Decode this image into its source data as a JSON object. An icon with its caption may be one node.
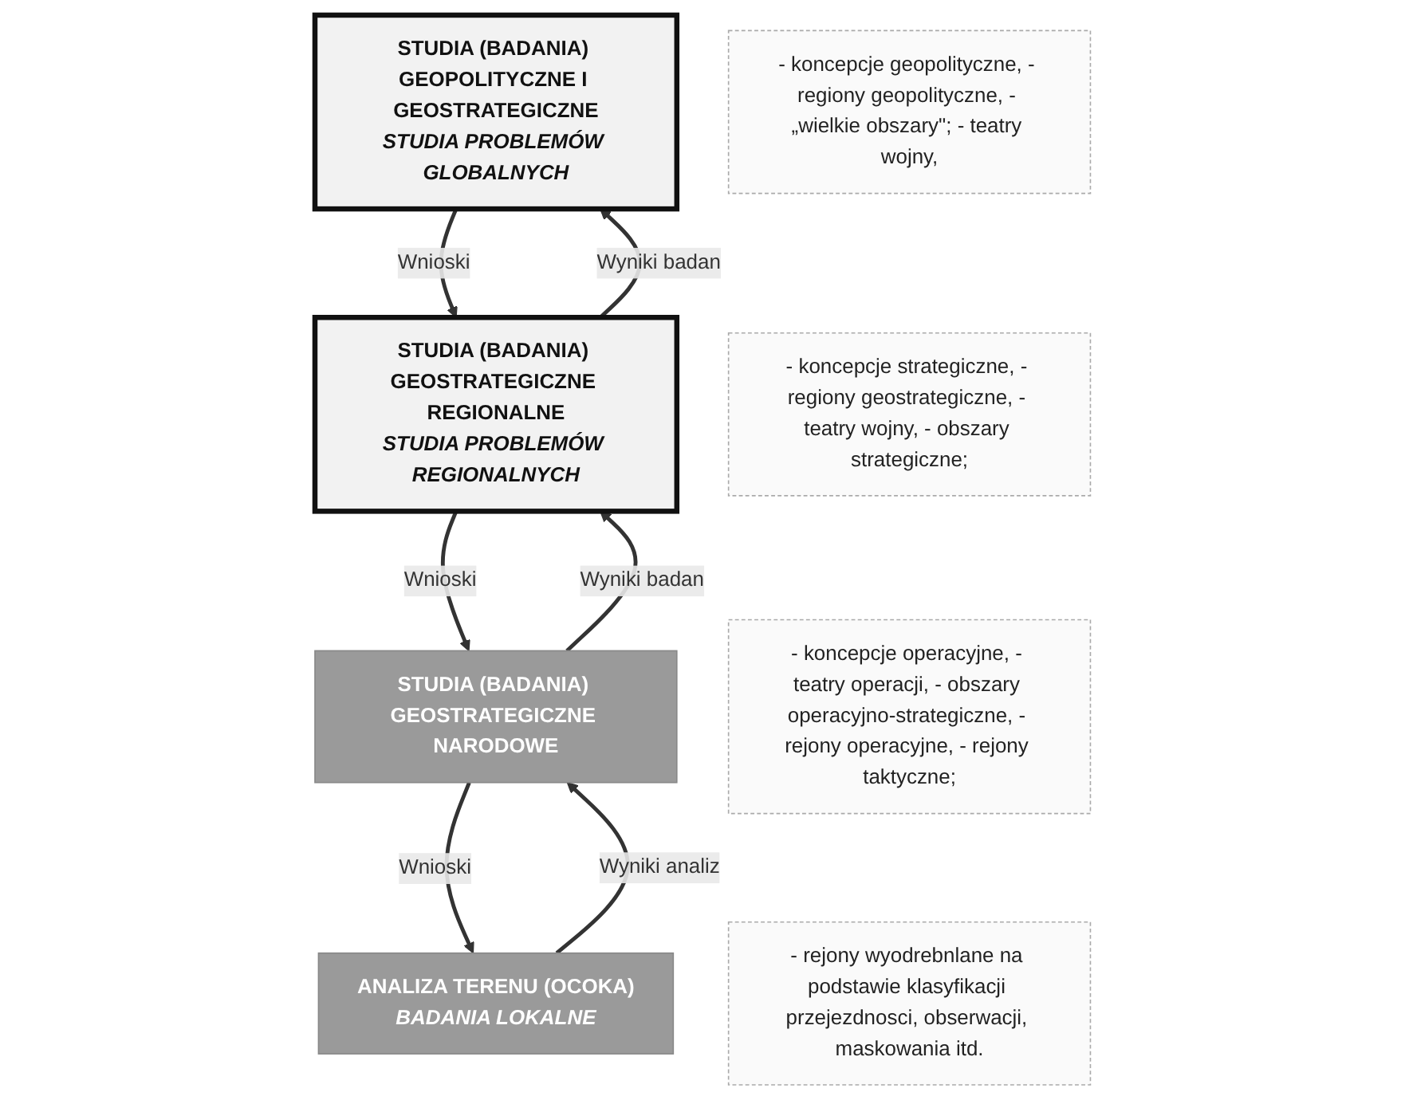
{
  "diagram": {
    "nodes": [
      {
        "text": [
          "STUDIA (BADANIA) GEOPOLITYCZNE I GEOSTRATEGICZNE",
          "STUDIA PROBLEMÓW GLOBALNYCH"
        ]
      },
      {
        "text": [
          "- koncepcje geopolityczne, - regiony geopolityczne, - „wielkie obszary\"; - teatry wojny,"
        ]
      },
      {
        "text": [
          "STUDIA (BADANIA) GEOSTRATEGICZNE REGIONALNE",
          "STUDIA PROBLEMÓW REGIONALNYCH"
        ]
      },
      {
        "text": [
          "- koncepcje strategiczne, - regiony geostrategiczne, - teatry wojny, - obszary strategiczne;"
        ]
      },
      {
        "text": [
          "STUDIA (BADANIA) GEOSTRATEGICZNE NARODOWE"
        ]
      },
      {
        "text": [
          "- koncepcje operacyjne, - teatry operacji, - obszary operacyjno-strategiczne, - rejony operacyjne, - rejony taktyczne;"
        ]
      },
      {
        "text": [
          "ANALIZA TERENU (OCOKA)",
          "BADANIA LOKALNE"
        ]
      },
      {
        "text": [
          "- rejony wyodrebnlane na podstawie klasyfikacji przejezdnosci, obserwacji, maskowania itd."
        ]
      }
    ],
    "edges": [
      {
        "from": 2,
        "to": 0,
        "arrow": "to",
        "label": "Wyniki badan"
      },
      {
        "from": 0,
        "to": 2,
        "arrow": "to",
        "label": "Wnioski"
      },
      {
        "from": 4,
        "to": 2,
        "arrow": "to",
        "label": "Wyniki badan"
      },
      {
        "from": 2,
        "to": 4,
        "arrow": "to",
        "label": "Wnioski"
      },
      {
        "from": 6,
        "to": 4,
        "arrow": "to",
        "label": "Wyniki analiz"
      },
      {
        "from": 4,
        "to": 6,
        "arrow": "to",
        "label": "Wnioski"
      }
    ]
  }
}
